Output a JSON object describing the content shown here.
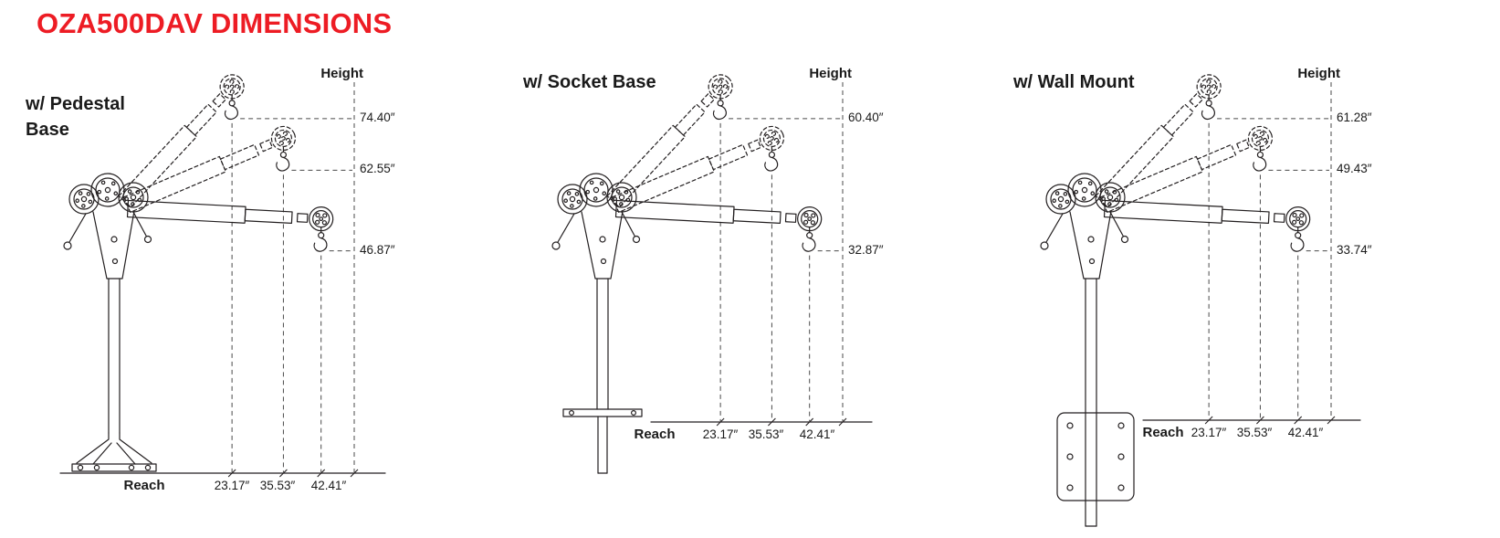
{
  "title": "OZA500DAV DIMENSIONS",
  "colors": {
    "accent": "#ED1C24",
    "line": "#231f20"
  },
  "panels": [
    {
      "name": "w/ Pedestal Base",
      "height_axis_label": "Height",
      "reach_axis_label": "Reach",
      "heights": [
        "74.40″",
        "62.55″",
        "46.87″"
      ],
      "reaches": [
        "23.17″",
        "35.53″",
        "42.41″"
      ]
    },
    {
      "name": "w/ Socket Base",
      "height_axis_label": "Height",
      "reach_axis_label": "Reach",
      "heights": [
        "60.40″",
        "32.87″"
      ],
      "reaches": [
        "23.17″",
        "35.53″",
        "42.41″"
      ]
    },
    {
      "name": "w/ Wall Mount",
      "height_axis_label": "Height",
      "reach_axis_label": "Reach",
      "heights": [
        "61.28″",
        "49.43″",
        "33.74″"
      ],
      "reaches": [
        "23.17″",
        "35.53″",
        "42.41″"
      ]
    }
  ]
}
